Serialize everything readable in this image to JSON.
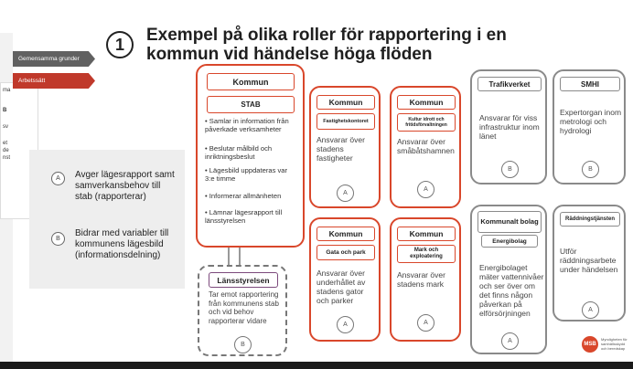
{
  "slide": {
    "step_number": "1",
    "title": "Exempel på olika roller för rapportering i en kommun vid händelse höga flöden"
  },
  "left_tabs": [
    "Gemensamma grunder",
    "Arbetssätt"
  ],
  "left_fragments": {
    "frag1": "ma",
    "frag2": "B",
    "frag3": "sv",
    "frag4": "et",
    "frag5": "de",
    "frag6": "nst"
  },
  "legend": {
    "items": [
      {
        "marker": "A",
        "text": "Avger lägesrapport samt samverkansbehov till stab (rapporterar)"
      },
      {
        "marker": "B",
        "text": "Bidrar med variabler till kommunens lägesbild (informationsdelning)"
      }
    ]
  },
  "kommun_main": {
    "header": "Kommun",
    "sub": "STAB",
    "bullets": [
      "Samlar in information från påverkade verksamheter",
      "Beslutar målbild och inriktningsbeslut",
      "Lägesbild uppdateras var 3:e timme",
      "Informerar allmänheten",
      "Lämnar lägesrapport till länsstyrelsen"
    ]
  },
  "lansstyrelsen": {
    "header": "Länsstyrelsen",
    "text": "Tar emot rapportering från kommunens stab och vid behov rapporterar vidare",
    "marker": "B"
  },
  "cards": [
    {
      "header": "Kommun",
      "sub": "Fastighetskontoret",
      "text": "Ansvarar över stadens fastigheter",
      "marker": "A"
    },
    {
      "header": "Kommun",
      "sub": "Kultur idrott och fritidsförvaltningen",
      "text": "Ansvarar över småbåtshamnen",
      "marker": "A"
    },
    {
      "header": "Kommun",
      "sub": "Gata och park",
      "text": "Ansvarar över underhållet av stadens gator och parker",
      "marker": "A"
    },
    {
      "header": "Kommun",
      "sub": "Mark och exploatering",
      "text": "Ansvarar över stadens mark",
      "marker": "A"
    }
  ],
  "grey_cards": [
    {
      "header": "Trafikverket",
      "text": "Ansvarar för viss infrastruktur inom länet",
      "marker": "B"
    },
    {
      "header": "SMHI",
      "text": "Expertorgan inom metrologi och hydrologi",
      "marker": "B"
    },
    {
      "header": "Kommunalt bolag",
      "sub": "Energibolag",
      "text": "Energibolaget mäter vattennivåer och ser över om det finns någon påverkan på elförsörjningen",
      "marker": "A"
    },
    {
      "header": "Räddningstjänsten",
      "text": "Utför räddningsarbete under händelsen",
      "marker": "A"
    }
  ],
  "logo": {
    "mark": "MSB",
    "text": "Myndigheten för samhällsskydd och beredskap"
  }
}
